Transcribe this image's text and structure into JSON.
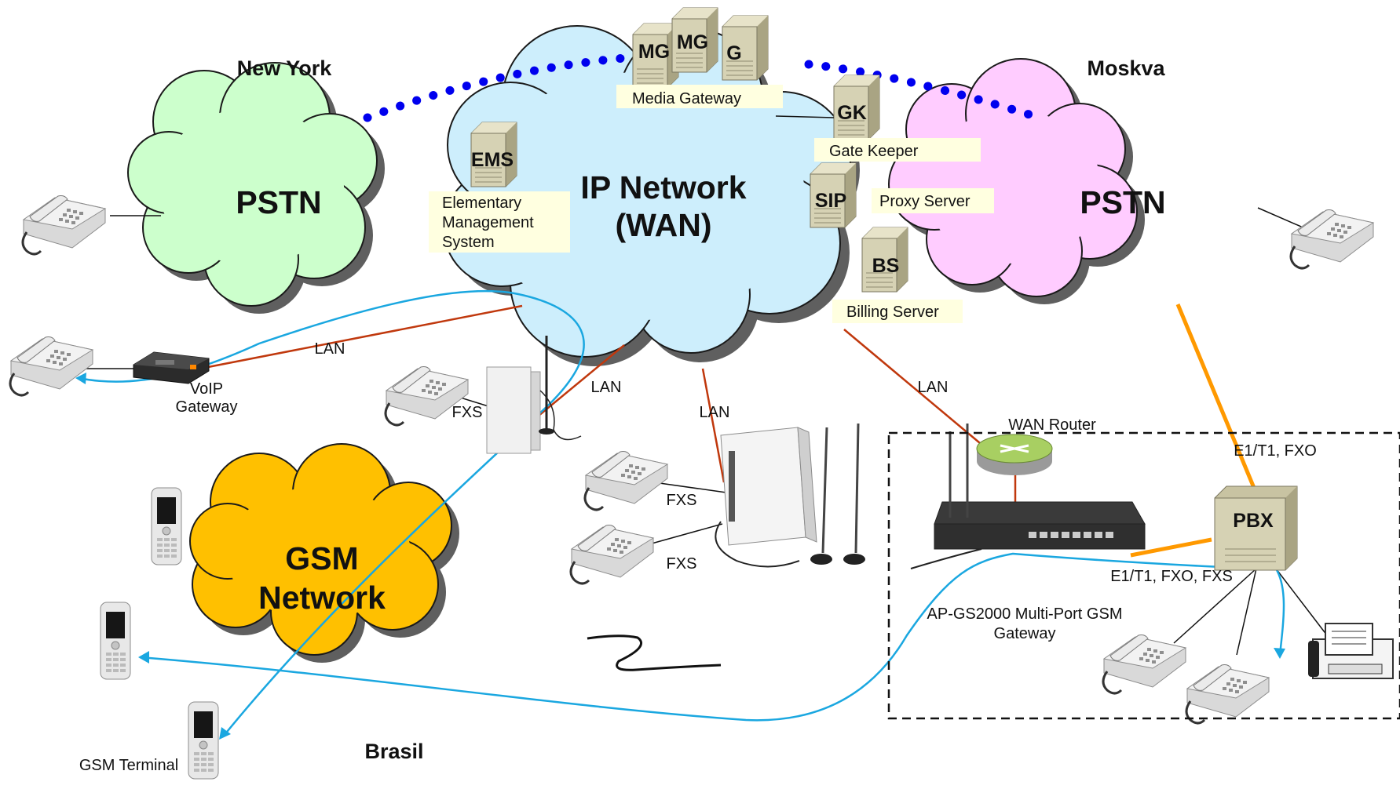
{
  "locations": {
    "new_york": "New York",
    "moskva": "Moskva",
    "brasil": "Brasil"
  },
  "clouds": {
    "pstn_left": "PSTN",
    "pstn_right": "PSTN",
    "ip_line1": "IP Network",
    "ip_line2": "(WAN)",
    "gsm_line1": "GSM",
    "gsm_line2": "Network"
  },
  "servers": {
    "mg1": "MG",
    "mg2": "MG",
    "mg3": "G",
    "gk": "GK",
    "ems": "EMS",
    "sip": "SIP",
    "bs": "BS",
    "pbx": "PBX"
  },
  "captions": {
    "media_gateway": "Media Gateway",
    "gate_keeper": "Gate Keeper",
    "ems_line1": "Elementary",
    "ems_line2": "Management",
    "ems_line3": "System",
    "proxy_server": "Proxy Server",
    "billing_server": "Billing Server"
  },
  "links": {
    "lan_1": "LAN",
    "lan_2": "LAN",
    "lan_3": "LAN",
    "lan_4": "LAN",
    "fxs_1": "FXS",
    "fxs_2": "FXS",
    "fxs_3": "FXS",
    "e1_fxo": "E1/T1, FXO",
    "e1_fxo_fxs": "E1/T1, FXO, FXS"
  },
  "devices": {
    "voip_line1": "VoIP",
    "voip_line2": "Gateway",
    "wan_router": "WAN Router",
    "gs2000_line1": "AP-GS2000 Multi-Port  GSM",
    "gs2000_line2": "Gateway",
    "gsm_terminal": "GSM Terminal"
  },
  "colors": {
    "pstn_left": "#ccffcc",
    "pstn_right": "#ffccff",
    "ip_network": "#cdeefc",
    "gsm_network": "#ffc000",
    "dotted_link": "#0000ee",
    "lan_line": "#c0380d",
    "gsm_path": "#1aa7e0",
    "e1_line": "#ff9900",
    "server_body": "#d6d2b4"
  }
}
